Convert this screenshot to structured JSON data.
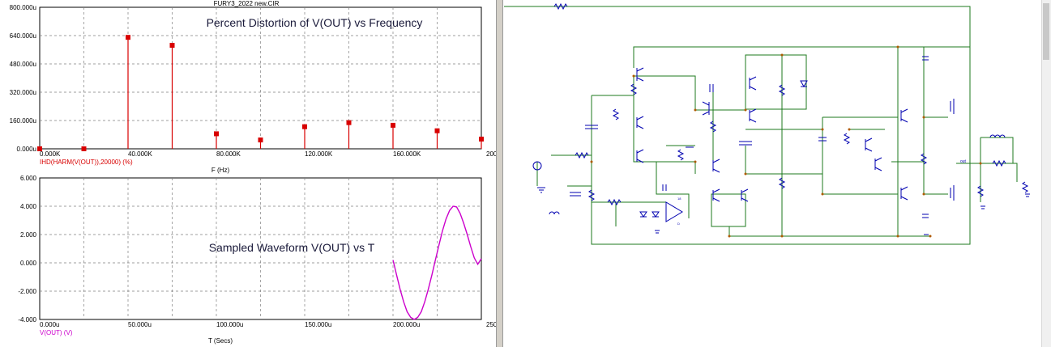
{
  "window": {
    "file_title": "FURY3_2022 new.CIR"
  },
  "colors": {
    "harmonic_series": "#d80000",
    "waveform_series": "#cc00cc",
    "schematic_wire": "#1c7a1c",
    "schematic_part": "#0000b0"
  },
  "chart_data": [
    {
      "type": "scatter",
      "style": "stem",
      "title": "Percent Distortion of V(OUT) vs Frequency",
      "xlabel": "F (Hz)",
      "ylabel": "",
      "xlim": [
        0,
        200000
      ],
      "ylim": [
        0,
        800
      ],
      "grid": true,
      "x_ticks": [
        "0.000K",
        "40.000K",
        "80.000K",
        "120.000K",
        "160.000K",
        "200.000K"
      ],
      "y_ticks": [
        "800.000u",
        "640.000u",
        "480.000u",
        "320.000u",
        "160.000u",
        "0.000u"
      ],
      "series": [
        {
          "name": "IHD(HARM(V(OUT)),20000) (%)",
          "x": [
            0,
            20000,
            40000,
            60000,
            80000,
            100000,
            120000,
            140000,
            160000,
            180000,
            200000
          ],
          "y": [
            0,
            0,
            630,
            585,
            85,
            50,
            125,
            148,
            133,
            102,
            55
          ]
        }
      ]
    },
    {
      "type": "line",
      "title": "Sampled Waveform  V(OUT) vs T",
      "xlabel": "T (Secs)",
      "ylabel": "",
      "xlim": [
        0,
        250
      ],
      "ylim": [
        -4,
        6
      ],
      "grid": true,
      "x_ticks": [
        "0.000u",
        "50.000u",
        "100.000u",
        "150.000u",
        "200.000u",
        "250.000u"
      ],
      "y_ticks": [
        "6.000",
        "4.000",
        "2.000",
        "0.000",
        "-2.000",
        "-4.000"
      ],
      "series": [
        {
          "name": "V(OUT) (V)",
          "x": [
            200,
            202,
            204,
            206,
            208,
            210,
            212,
            214,
            216,
            218,
            220,
            222,
            224,
            226,
            228,
            230,
            232,
            234,
            236,
            238,
            240,
            242,
            244,
            246,
            248,
            250
          ],
          "y": [
            0.2,
            -0.85,
            -1.85,
            -2.75,
            -3.45,
            -3.85,
            -4.0,
            -3.85,
            -3.45,
            -2.75,
            -1.85,
            -0.85,
            0.2,
            1.25,
            2.25,
            3.1,
            3.7,
            4.0,
            3.95,
            3.5,
            2.8,
            2.0,
            1.15,
            0.35,
            -0.1,
            0.3
          ]
        }
      ]
    }
  ],
  "schematic": {
    "labels": {
      "output_node": "out",
      "opamp_pin_a": "18",
      "opamp_pin_b": "D"
    }
  }
}
